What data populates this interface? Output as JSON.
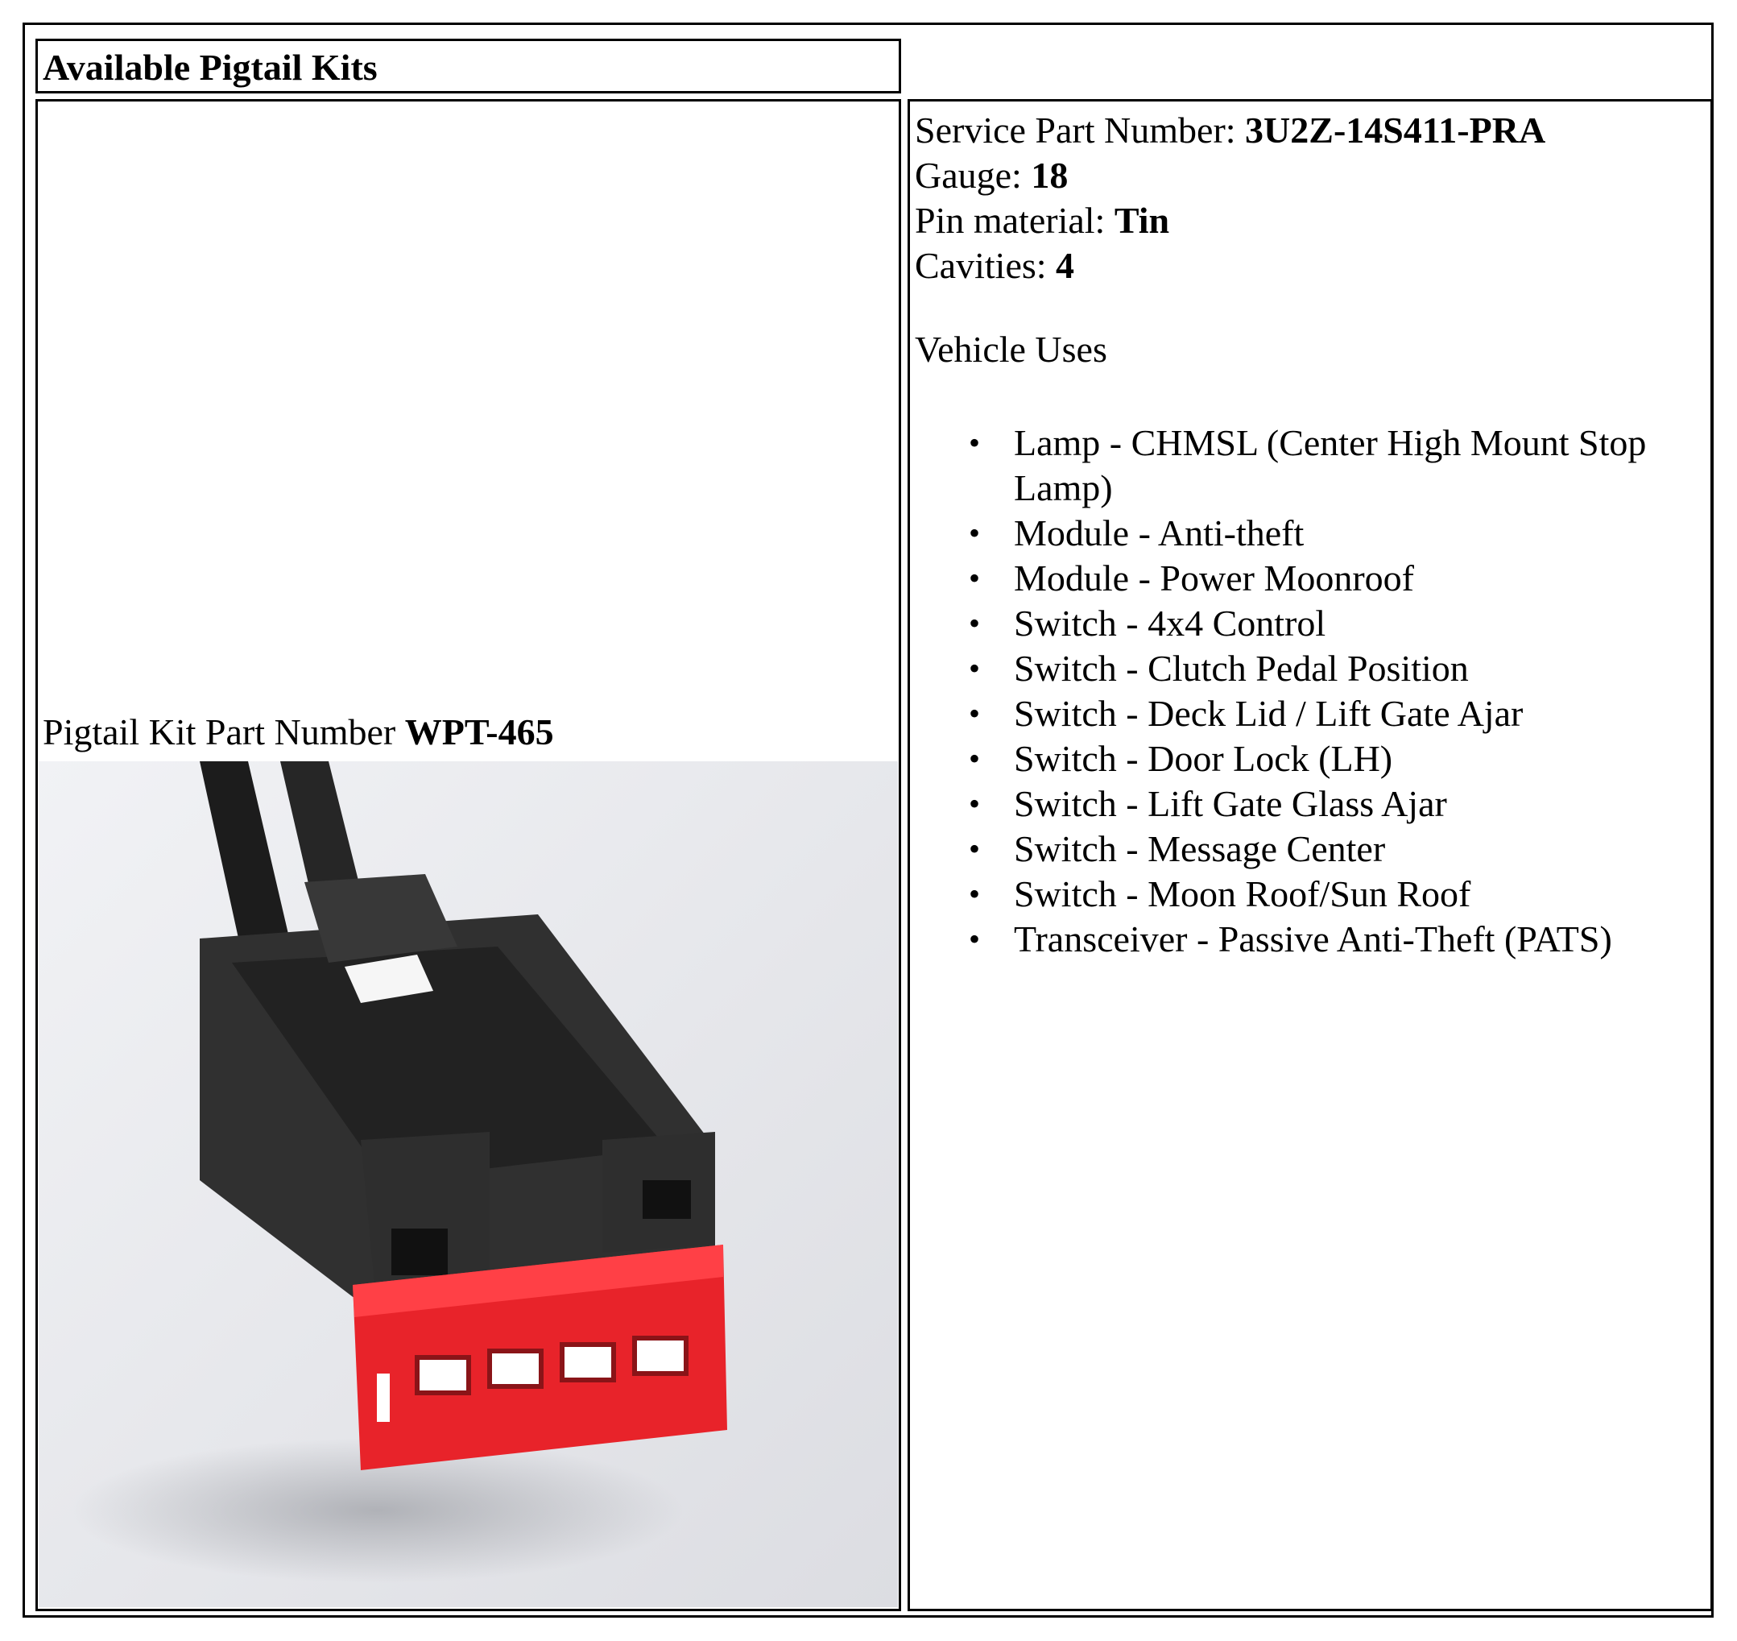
{
  "header": {
    "title": "Available Pigtail Kits"
  },
  "kit": {
    "label": "Pigtail Kit Part Number ",
    "part_number": "WPT-465"
  },
  "photo": {
    "subject": "connector-photo",
    "colors": {
      "housing": "#2b2b2b",
      "lock": "#e8232a",
      "background": "#e9eaee"
    }
  },
  "specs": {
    "service_part_label": "Service Part Number: ",
    "service_part_value": "3U2Z-14S411-PRA",
    "gauge_label": "Gauge: ",
    "gauge_value": "18",
    "pin_material_label": "Pin material: ",
    "pin_material_value": "Tin",
    "cavities_label": "Cavities: ",
    "cavities_value": "4"
  },
  "uses": {
    "heading": "Vehicle Uses",
    "items": [
      "Lamp - CHMSL (Center High Mount Stop Lamp)",
      "Module - Anti-theft",
      "Module - Power Moonroof",
      "Switch - 4x4 Control",
      "Switch - Clutch Pedal Position",
      "Switch - Deck Lid / Lift Gate Ajar",
      "Switch - Door Lock (LH)",
      "Switch - Lift Gate Glass Ajar",
      "Switch - Message Center",
      "Switch - Moon Roof/Sun Roof",
      "Transceiver - Passive Anti-Theft (PATS)"
    ]
  }
}
